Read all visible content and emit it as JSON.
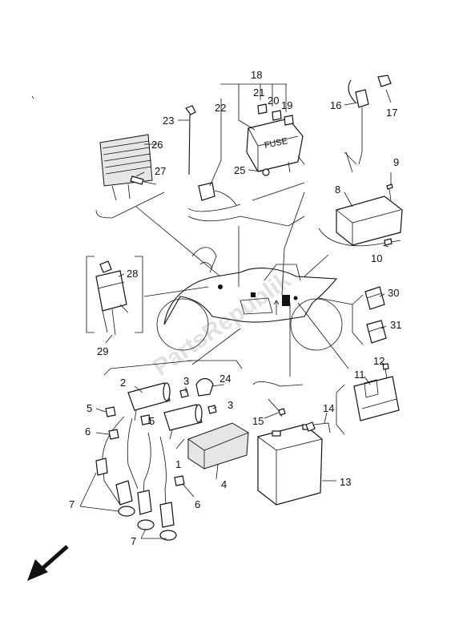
{
  "diagram": {
    "callouts": [
      {
        "id": "c1",
        "text": "1"
      },
      {
        "id": "c2",
        "text": "2"
      },
      {
        "id": "c3a",
        "text": "3"
      },
      {
        "id": "c3b",
        "text": "3"
      },
      {
        "id": "c4",
        "text": "4"
      },
      {
        "id": "c5a",
        "text": "5"
      },
      {
        "id": "c5b",
        "text": "5"
      },
      {
        "id": "c6a",
        "text": "6"
      },
      {
        "id": "c6b",
        "text": "6"
      },
      {
        "id": "c7a",
        "text": "7"
      },
      {
        "id": "c7b",
        "text": "7"
      },
      {
        "id": "c8",
        "text": "8"
      },
      {
        "id": "c9",
        "text": "9"
      },
      {
        "id": "c10",
        "text": "10"
      },
      {
        "id": "c11",
        "text": "11"
      },
      {
        "id": "c12",
        "text": "12"
      },
      {
        "id": "c13",
        "text": "13"
      },
      {
        "id": "c14",
        "text": "14"
      },
      {
        "id": "c15",
        "text": "15"
      },
      {
        "id": "c16",
        "text": "16"
      },
      {
        "id": "c17",
        "text": "17"
      },
      {
        "id": "c18",
        "text": "18"
      },
      {
        "id": "c19",
        "text": "19"
      },
      {
        "id": "c20",
        "text": "20"
      },
      {
        "id": "c21",
        "text": "21"
      },
      {
        "id": "c22",
        "text": "22"
      },
      {
        "id": "c23",
        "text": "23"
      },
      {
        "id": "c24",
        "text": "24"
      },
      {
        "id": "c25",
        "text": "25"
      },
      {
        "id": "c26",
        "text": "26"
      },
      {
        "id": "c27",
        "text": "27"
      },
      {
        "id": "c28",
        "text": "28"
      },
      {
        "id": "c29",
        "text": "29"
      },
      {
        "id": "c30",
        "text": "30"
      },
      {
        "id": "c31",
        "text": "31"
      }
    ],
    "fuse_box_label": "FUSE",
    "watermark": "PartsRepublik",
    "colors": {
      "line": "#111111",
      "watermark": "#c9c9c9",
      "background": "#ffffff"
    }
  }
}
